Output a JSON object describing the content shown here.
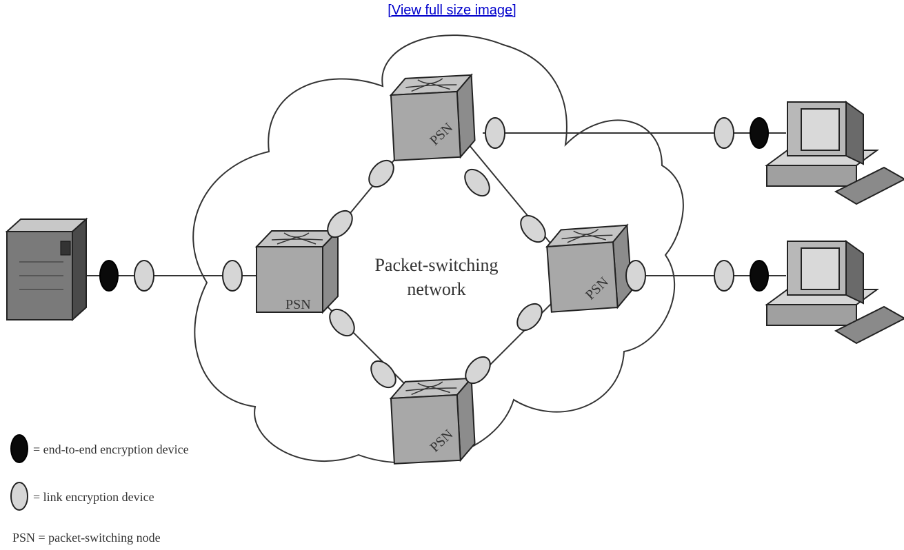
{
  "header": {
    "view_full_size_link": "[View full size image]"
  },
  "network": {
    "label_line1": "Packet-switching",
    "label_line2": "network"
  },
  "node_label": "PSN",
  "legend": {
    "end_to_end": "= end-to-end encryption device",
    "link": "= link encryption device",
    "psn": "PSN = packet-switching node"
  },
  "colors": {
    "link_device": "#d6d6d6",
    "end_to_end_device": "#0a0a0a",
    "node_fill": "#a8a8a8",
    "link_text": "#0000cc"
  }
}
